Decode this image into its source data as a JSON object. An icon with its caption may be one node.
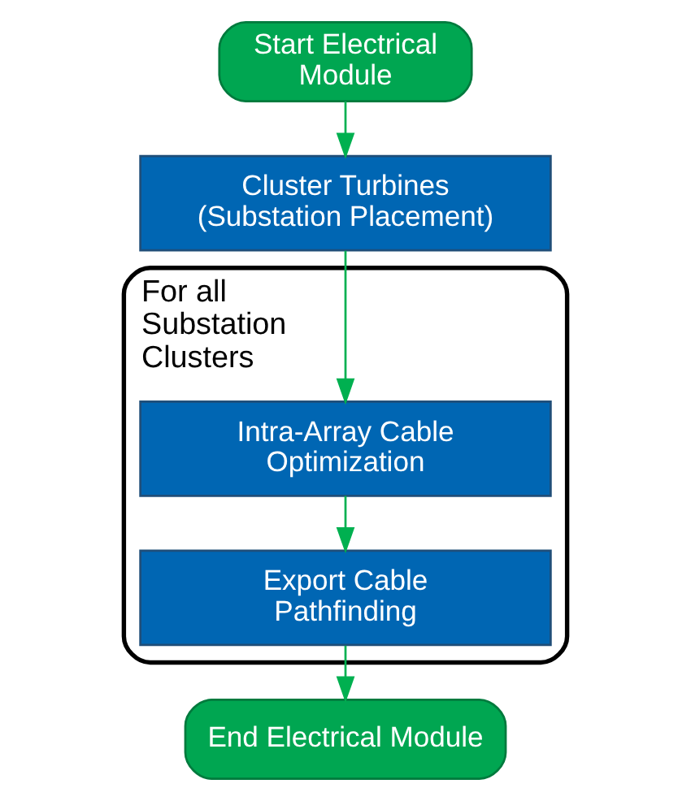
{
  "diagram": {
    "nodes": [
      {
        "text": [
          "Start Electrical Module"
        ]
      },
      {
        "text": [
          "Cluster Turbines (Substation Placement)"
        ]
      },
      {
        "text": [
          "For all Substation Clusters"
        ]
      },
      {
        "text": [
          "Intra-Array Cable Optimization"
        ],
        "in": 2
      },
      {
        "text": [
          "Export Cable Pathfinding"
        ],
        "in": 2
      },
      {
        "text": [
          "End Electrical Module"
        ]
      }
    ],
    "edges": [
      {
        "from": 0,
        "to": 1,
        "arrow": "to",
        "color": "#00b050"
      },
      {
        "from": 1,
        "to": 3,
        "arrow": "to",
        "color": "#00b050"
      },
      {
        "from": 3,
        "to": 4,
        "arrow": "to",
        "color": "#00b050"
      },
      {
        "from": 4,
        "to": 5,
        "arrow": "to",
        "color": "#00b050"
      }
    ]
  }
}
